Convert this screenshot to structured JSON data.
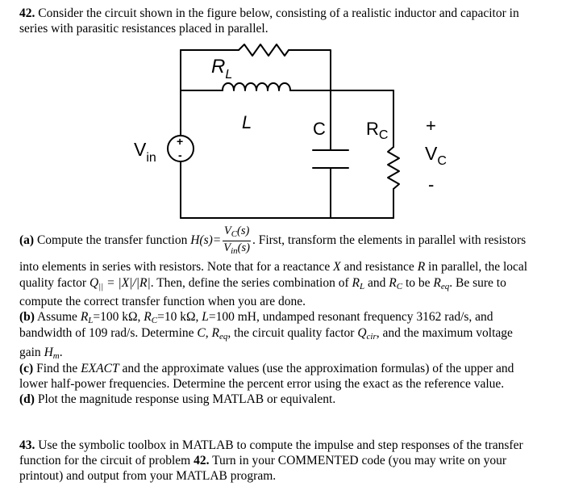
{
  "problem42": {
    "number": "42.",
    "intro_line1": "Consider the circuit shown in the figure below, consisting of a realistic inductor and capacitor in",
    "intro_line2": "series with parasitic resistances placed in parallel.",
    "circuit": {
      "label_RL": "R",
      "label_RL_sub": "L",
      "label_L": "L",
      "label_C": "C",
      "label_RC": "R",
      "label_RC_sub": "C",
      "label_Vin": "V",
      "label_Vin_sub": "in",
      "label_Vc": "V",
      "label_Vc_sub": "C",
      "source_plus": "+",
      "source_minus": "-",
      "plus": "+",
      "minus": "-"
    },
    "part_a": {
      "tag": "(a)",
      "text1": "Compute the transfer function",
      "hs": "H(s)=",
      "num": "V",
      "num_sub": "C",
      "num_arg": "(s)",
      "den": "V",
      "den_sub": "in",
      "den_arg": "(s)",
      "text2": ". First, transform the elements in parallel with resistors",
      "line2a": "into elements in series with resistors. Note that for a reactance",
      "line2_X": "X",
      "line2b": "and resistance",
      "line2_R": "R",
      "line2c": "in parallel, the local",
      "line3a": "quality factor",
      "line3_Q": "Q",
      "line3_Qsub": "||",
      "line3_eq": "= |X|/|R|",
      "line3b": ". Then, define the series combination of",
      "line3_RL": "R",
      "line3_RLsub": "L",
      "line3c": "and",
      "line3_RC": "R",
      "line3_RCsub": "C",
      "line3d": "to be",
      "line3_Req": "R",
      "line3_Reqsub": "eq",
      "line3e": ".  Be sure to",
      "line4": "compute the correct transfer function when you are done."
    },
    "part_b": {
      "tag": "(b)",
      "line1a": "Assume",
      "line1_RL": "R",
      "line1_RLsub": "L",
      "line1_RLval": "=100 kΩ,",
      "line1_RC": "R",
      "line1_RCsub": "C",
      "line1_RCval": "=10 kΩ,",
      "line1_L": "L",
      "line1_Lval": "=100 mH, undamped resonant frequency 3162 rad/s, and",
      "line2a": "bandwidth of 109 rad/s.  Determine",
      "line2_C": "C",
      "line2_comma": ",",
      "line2_Req": "R",
      "line2_Reqsub": "eq",
      "line2b": ", the circuit quality factor",
      "line2_Q": "Q",
      "line2_Qsub": "cir",
      "line2c": ", and the maximum voltage",
      "line3a": "gain",
      "line3_H": "H",
      "line3_Hsub": "m",
      "line3b": "."
    },
    "part_c": {
      "tag": "(c)",
      "line1a": "Find the",
      "line1_exact": "EXACT",
      "line1b": "and the approximate values (use the approximation formulas) of the upper and",
      "line2": "lower half-power frequencies.  Determine the percent error using the exact as the reference value."
    },
    "part_d": {
      "tag": "(d)",
      "text": "Plot the magnitude response using MATLAB or equivalent."
    }
  },
  "problem43": {
    "number": "43.",
    "line1": "Use the symbolic toolbox in MATLAB to compute the impulse and step responses of the transfer",
    "line2a": "function for the circuit of problem",
    "line2_ref": "42.",
    "line2b": "Turn in your COMMENTED code (you may write on your",
    "line3": "printout) and output from your MATLAB program."
  }
}
